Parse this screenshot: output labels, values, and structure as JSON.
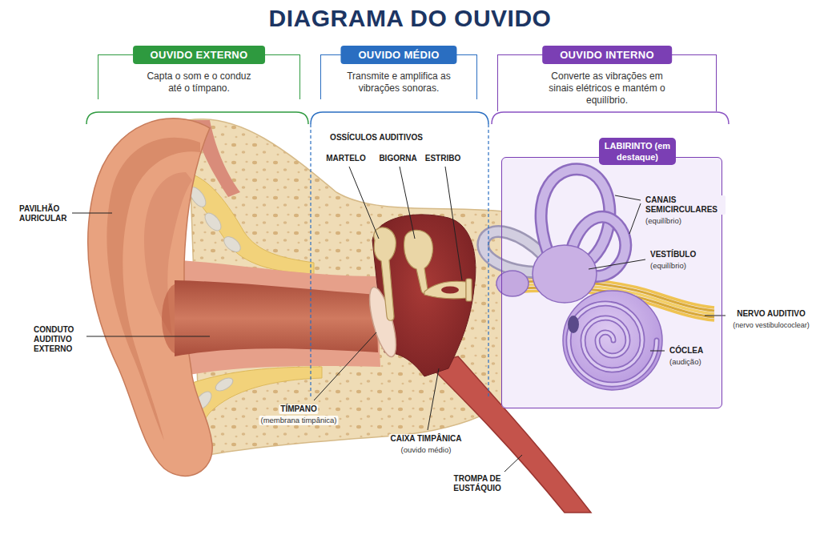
{
  "diagram": {
    "title": "DIAGRAMA DO OUVIDO",
    "nodes": [
      {
        "text": [
          "OUVIDO EXTERNO",
          "Capta o som e o conduz até o tímpano."
        ]
      },
      {
        "text": [
          "OUVIDO MÉDIO",
          "Transmite e amplifica as vibrações sonoras."
        ]
      },
      {
        "text": [
          "OUVIDO INTERNO",
          "Converte as vibrações em sinais elétricos e mantém o equilíbrio."
        ]
      },
      {
        "text": [
          "LABIRINTO (em destaque)"
        ]
      }
    ],
    "labels": [
      "OSSÍCULOS AUDITIVOS",
      "MARTELO",
      "BIGORNA",
      "ESTRIBO",
      "PAVILHÃO AURICULAR",
      "CONDUTO AUDITIVO EXTERNO",
      "TÍMPANO",
      "(membrana timpânica)",
      "CAIXA TIMPÂNICA",
      "(ouvido médio)",
      "TROMPA DE EUSTÁQUIO",
      "CANAIS SEMICIRCULARES",
      "(equilíbrio)",
      "VESTÍBULO",
      "(equilíbrio)",
      "NERVO AUDITIVO",
      "(nervo vestibulococlear)",
      "CÓCLEA",
      "(audição)"
    ]
  }
}
